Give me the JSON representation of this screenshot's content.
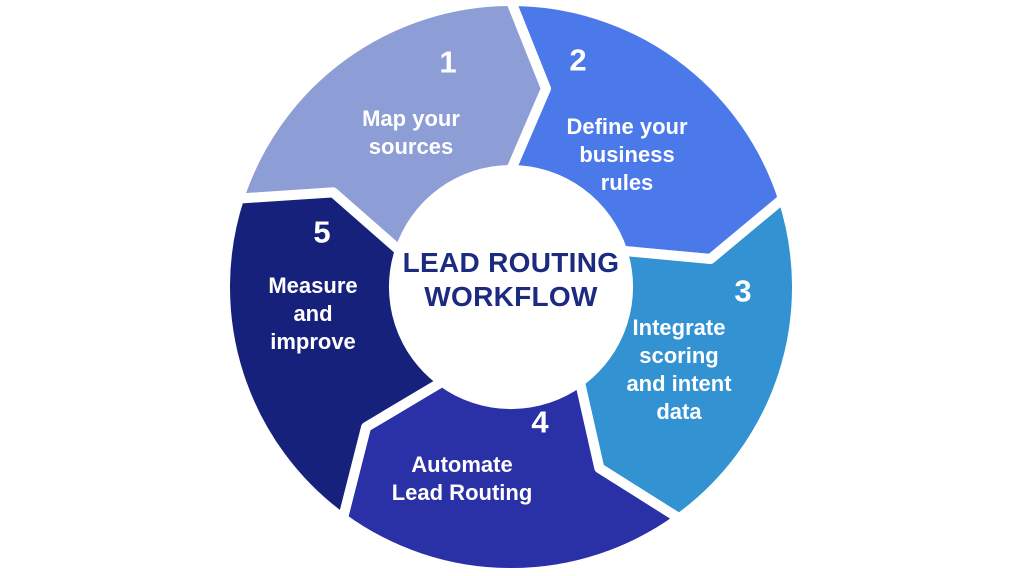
{
  "palette": {
    "background": "#ffffff",
    "label_text": "#ffffff",
    "title_text": "#1c2b80",
    "gap_stroke": "#ffffff"
  },
  "title": {
    "text": "LEAD ROUTING\nWORKFLOW"
  },
  "segments": [
    {
      "number": "1",
      "label": "Map your\nsources",
      "color": "#8d9dd6"
    },
    {
      "number": "2",
      "label": "Define your\nbusiness\nrules",
      "color": "#4b79e9"
    },
    {
      "number": "3",
      "label": "Integrate\nscoring\nand intent\ndata",
      "color": "#3292d2"
    },
    {
      "number": "4",
      "label": "Automate\nLead Routing",
      "color": "#2a30a6"
    },
    {
      "number": "5",
      "label": "Measure\nand\nimprove",
      "color": "#16217b"
    }
  ]
}
